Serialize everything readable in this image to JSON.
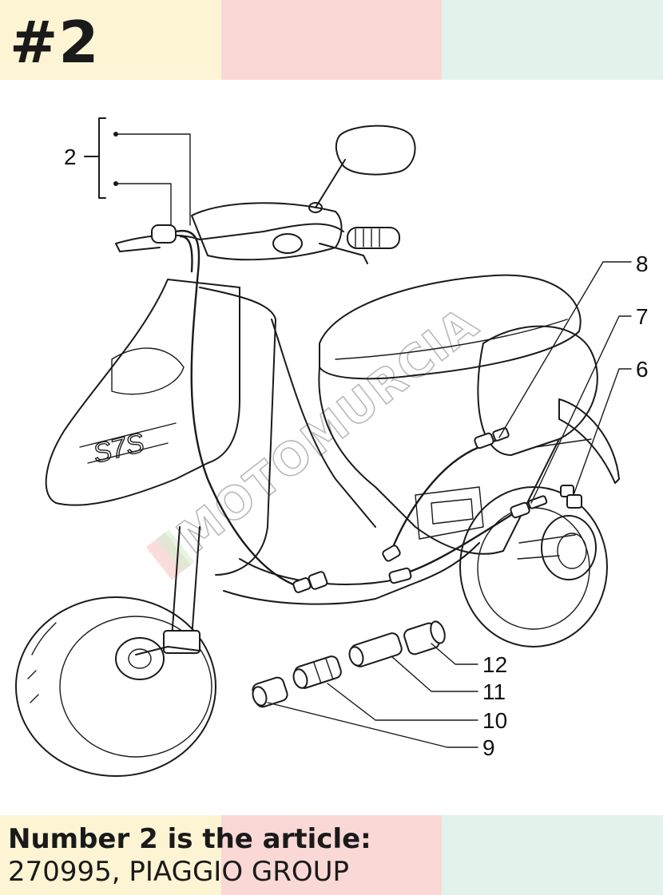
{
  "header": {
    "badge": "#2"
  },
  "palette": {
    "band_left": "#fdf4d4",
    "band_middle": "#f9d8d6",
    "band_right": "#e3f3ec",
    "ink": "#1a1a1a"
  },
  "diagram": {
    "watermark": "MOTOMURCIA",
    "callouts": [
      "2",
      "6",
      "7",
      "8",
      "9",
      "10",
      "11",
      "12"
    ]
  },
  "caption": {
    "heading": "Number 2 is the article:",
    "detail": "270995, PIAGGIO GROUP"
  }
}
